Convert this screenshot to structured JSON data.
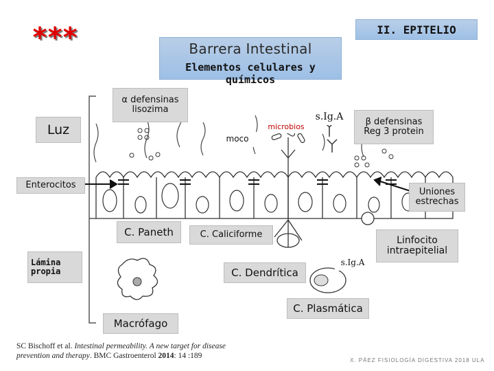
{
  "header": {
    "stars": "***",
    "title": "Barrera Intestinal",
    "subtitle": "Elementos celulares y químicos",
    "section": "II. EPITELIO"
  },
  "labels": {
    "defensinas_alpha": "α defensinas\nlisozima",
    "luz": "Luz",
    "moco": "moco",
    "microbios": "microbios",
    "siga_top": "s.Ig.A",
    "defensinas_beta": "β defensinas\nReg 3 protein",
    "enterocitos": "Enterocitos",
    "uniones": "Uniones\nestrechas",
    "paneth": "C. Paneth",
    "caliciforme": "C. Caliciforme",
    "lamina": "Lámina\npropia",
    "dendritica": "C. Dendrítica",
    "siga_low": "s.Ig.A",
    "linfocito": "Linfocito\nintraepitelial",
    "plasmatica": "C. Plasmática",
    "macrofago": "Macrófago"
  },
  "citation": {
    "authors": "SC Bischoff et al. ",
    "title": "Intestinal  permeability. A new target for disease prevention and therapy",
    "journal": ". BMC Gastroenterol ",
    "year": "2014",
    "pages": ": 14 :189"
  },
  "credit": "X. PÁEZ  FISIOLOGÍA DIGESTIVA 2018 ULA",
  "colors": {
    "banner": "#aac6e6",
    "stars": "#e00000",
    "label_bg": "#d9d9d9"
  }
}
